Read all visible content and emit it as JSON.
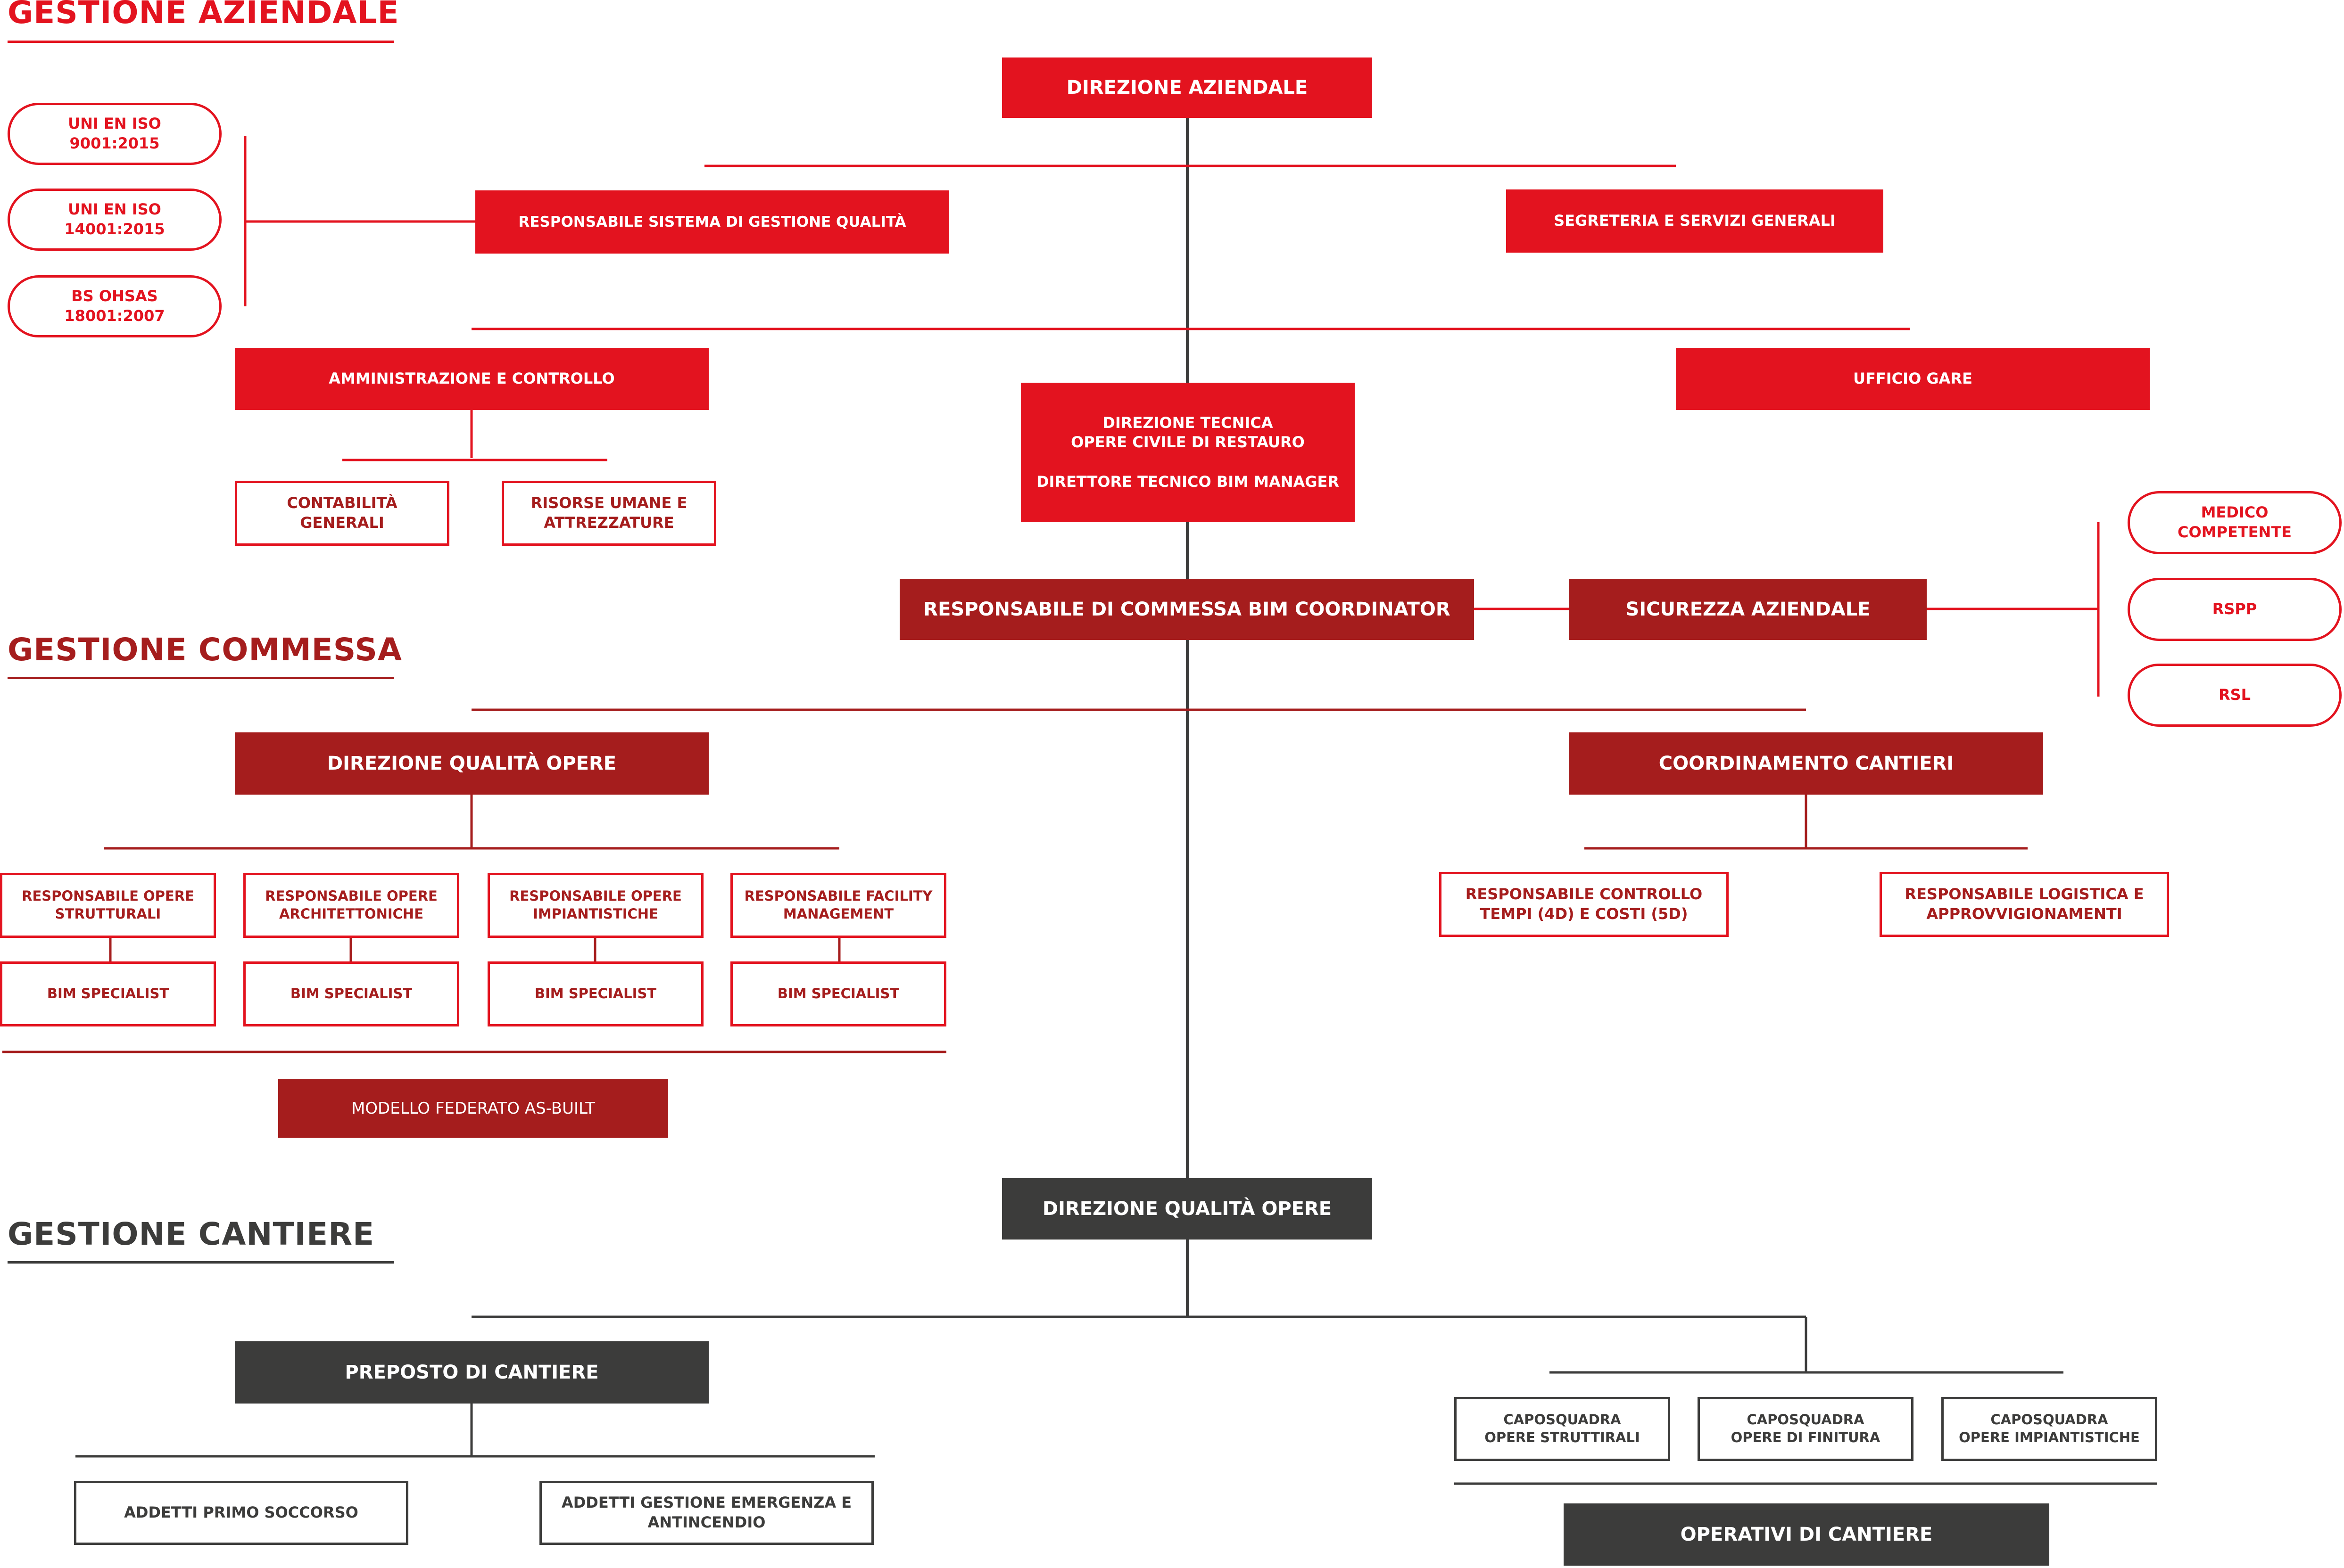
{
  "colors": {
    "primary_red": "#e3131f",
    "dark_red": "#a51d1d",
    "dark_gray": "#3c3c3b",
    "line_red": "#e3131f",
    "line_gray": "#3c3c3b"
  },
  "sections": {
    "aziendale": "GESTIONE AZIENDALE",
    "commessa": "GESTIONE COMMESSA",
    "cantiere": "GESTIONE CANTIERE"
  },
  "nodes": {
    "direzione_aziendale": "DIREZIONE AZIENDALE",
    "iso_9001": "UNI EN ISO\n9001:2015",
    "iso_14001": "UNI EN ISO\n14001:2015",
    "bs_ohsas": "BS OHSAS\n18001:2007",
    "resp_qualita": "RESPONSABILE SISTEMA DI GESTIONE QUALITÀ",
    "segreteria": "SEGRETERIA E SERVIZI GENERALI",
    "amministrazione": "AMMINISTRAZIONE E CONTROLLO",
    "ufficio_gare": "UFFICIO GARE",
    "direzione_tecnica": "DIREZIONE TECNICA\nOPERE CIVILE DI RESTAURO\n\nDIRETTORE TECNICO BIM MANAGER",
    "contabilita": "CONTABILITÀ\nGENERALI",
    "risorse_umane": "RISORSE UMANE E\nATTREZZATURE",
    "medico": "MEDICO\nCOMPETENTE",
    "rspp": "RSPP",
    "rsl": "RSL",
    "resp_commessa": "RESPONSABILE DI COMMESSA BIM COORDINATOR",
    "sicurezza": "SICUREZZA AZIENDALE",
    "direzione_qualita_1": "DIREZIONE QUALITÀ OPERE",
    "coordinamento": "COORDINAMENTO CANTIERI",
    "resp_strutturali": "RESPONSABILE OPERE\nSTRUTTURALI",
    "resp_architettoniche": "RESPONSABILE OPERE\nARCHITETTONICHE",
    "resp_impiantistiche": "RESPONSABILE OPERE\nIMPIANTISTICHE",
    "resp_facility": "RESPONSABILE FACILITY\nMANAGEMENT",
    "bim_1": "BIM SPECIALIST",
    "bim_2": "BIM SPECIALIST",
    "bim_3": "BIM SPECIALIST",
    "bim_4": "BIM SPECIALIST",
    "resp_controllo": "RESPONSABILE CONTROLLO\nTEMPI (4D) E COSTI (5D)",
    "resp_logistica": "RESPONSABILE LOGISTICA E\nAPPROVVIGIONAMENTI",
    "modello_federato": "MODELLO FEDERATO AS-BUILT",
    "direzione_qualita_2": "DIREZIONE QUALITÀ OPERE",
    "preposto": "PREPOSTO DI CANTIERE",
    "capo_strutturali": "CAPOSQUADRA\nOPERE STRUTTIRALI",
    "capo_finitura": "CAPOSQUADRA\nOPERE DI FINITURA",
    "capo_impiantistiche": "CAPOSQUADRA\nOPERE IMPIANTISTICHE",
    "addetti_soccorso": "ADDETTI PRIMO SOCCORSO",
    "addetti_emergenza": "ADDETTI GESTIONE EMERGENZA E\nANTINCENDIO",
    "operativi": "OPERATIVI DI CANTIERE"
  }
}
